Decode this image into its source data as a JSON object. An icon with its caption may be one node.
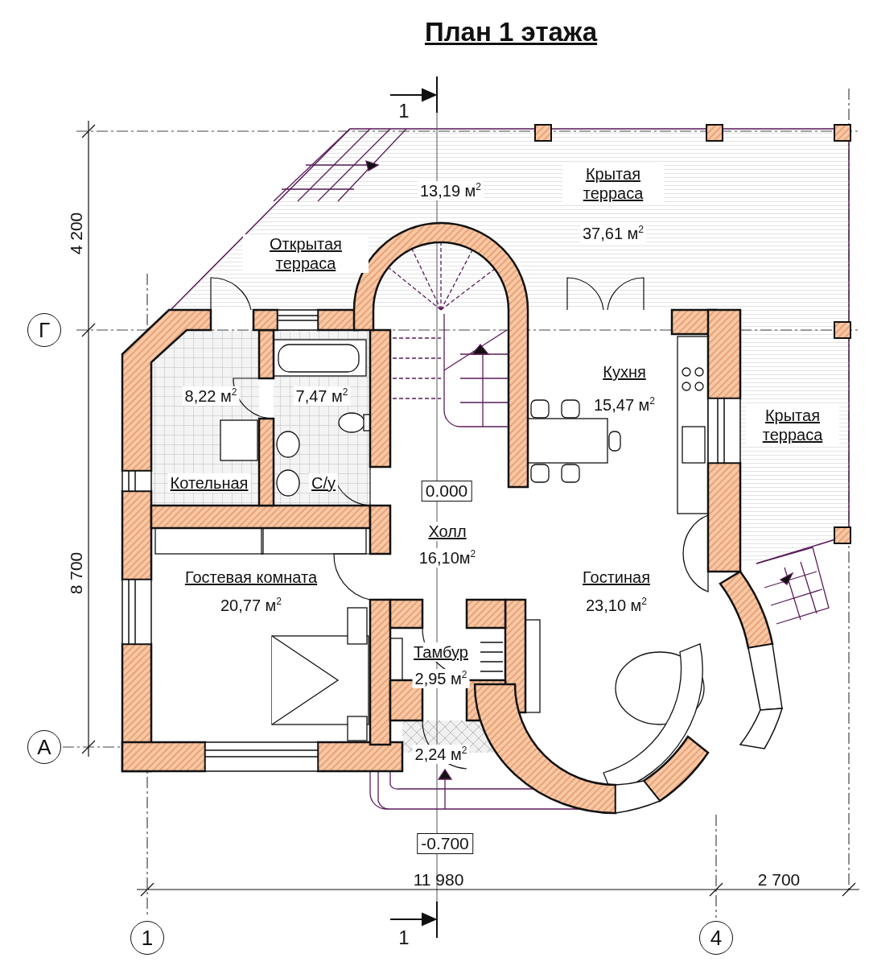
{
  "diagram": {
    "title": "План 1 этажа",
    "nodes": [
      {
        "text": [
          "13,19 м$^{2}$",
          "Открытая терраса"
        ]
      },
      {
        "text": [
          "Крытая терраса",
          "37,61 м$^{2}$"
        ]
      },
      {
        "text": [
          "Кухня",
          "15,47 м$^{2}$"
        ]
      },
      {
        "text": [
          "8,22 м$^{2}$",
          "Котельная"
        ]
      },
      {
        "text": [
          "7,47 м$^{2}$",
          "С/у"
        ]
      },
      {
        "text": [
          "Крытая терраса"
        ]
      },
      {
        "text": [
          "Холл",
          "16,10м$^{2}$"
        ]
      },
      {
        "text": [
          "Гостевая комната",
          "20,77 м$^{2}$"
        ]
      },
      {
        "text": [
          "Гостиная",
          "23,10 м$^{2}$"
        ]
      },
      {
        "text": [
          "Тамбур",
          "2,95 м$^{2}$"
        ]
      },
      {
        "text": [
          "2,24 м$^{2}$"
        ]
      }
    ],
    "labels": [
      "1",
      "4 200",
      "Г",
      "0.000",
      "8 700",
      "А",
      "-0.700",
      "11 980",
      "2 700",
      "1",
      "1",
      "4"
    ]
  }
}
